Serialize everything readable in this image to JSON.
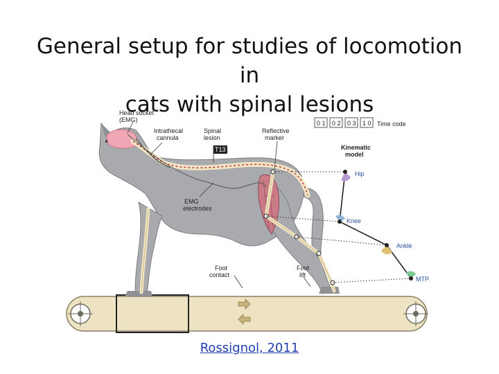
{
  "slide": {
    "title_line1": "General setup for studies of locomotion in",
    "title_line2": "cats with spinal lesions",
    "citation": "Rossignol, 2011"
  },
  "diagram": {
    "labels": {
      "head_socket_1": "Head socket",
      "head_socket_2": "(EMG)",
      "cannula_1": "Intrathecal",
      "cannula_2": "cannula",
      "lesion_1": "Spinal",
      "lesion_2": "lesion",
      "t13": "T13",
      "marker_1": "Reflective",
      "marker_2": "marker",
      "time_code": "Time code",
      "kinematic_1": "Kinematic",
      "kinematic_2": "model",
      "hip": "Hip",
      "knee": "Knee",
      "ankle": "Ankle",
      "mtp": "MTP",
      "emg_1": "EMG",
      "emg_2": "electrodes",
      "foot_contact_1": "Foot",
      "foot_contact_2": "contact",
      "foot_lift_1": "Foot",
      "foot_lift_2": "lift"
    },
    "time_code_digits": [
      "0 1",
      "0 2",
      "0 3",
      "1 0"
    ],
    "colors": {
      "cat_body": "#a8aaae",
      "brain": "#f0a6b4",
      "spine": "#f4e7c4",
      "muscle": "#c97c86",
      "treadmill_belt": "#ede3c2",
      "joint_hip": "#b49ad0",
      "joint_knee": "#8fb4d8",
      "joint_ankle": "#e0c070",
      "joint_mtp": "#7ac98f"
    }
  }
}
